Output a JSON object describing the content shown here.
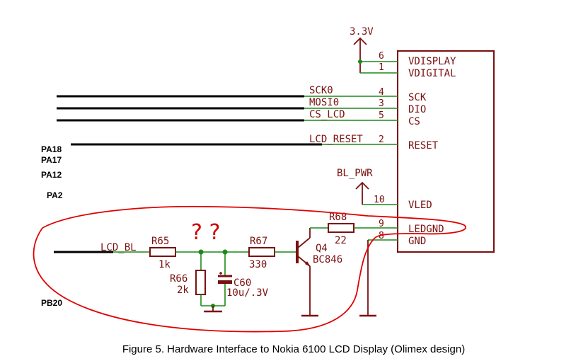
{
  "supply": {
    "v33": "3.3V",
    "bl_pwr": "BL_PWR"
  },
  "lcd": {
    "pins": [
      {
        "num": "6",
        "name": "VDISPLAY"
      },
      {
        "num": "1",
        "name": "VDIGITAL"
      },
      {
        "num": "4",
        "name": "SCK"
      },
      {
        "num": "3",
        "name": "DIO"
      },
      {
        "num": "5",
        "name": "CS"
      },
      {
        "num": "2",
        "name": "RESET"
      },
      {
        "num": "10",
        "name": "VLED"
      },
      {
        "num": "9",
        "name": "LEDGND"
      },
      {
        "num": "8",
        "name": "GND"
      }
    ]
  },
  "nets": {
    "sck0": "SCK0",
    "mosi0": "MOSI0",
    "cs_lcd": "CS_LCD",
    "lcd_reset": "LCD_RESET",
    "lcd_bl": "LCD_BL"
  },
  "mcu_pins": {
    "pa18": "PA18",
    "pa17": "PA17",
    "pa12": "PA12",
    "pa2": "PA2",
    "pb20": "PB20"
  },
  "parts": {
    "r65_name": "R65",
    "r65_val": "1k",
    "r66_name": "R66",
    "r66_val": "2k",
    "c60_name": "C60",
    "c60_val": "10u/.3V",
    "r67_name": "R67",
    "r67_val": "330",
    "r68_name": "R68",
    "r68_val": "22",
    "q4_name": "Q4",
    "q4_val": "BC846"
  },
  "annotations": {
    "question_marks": "? ?"
  },
  "caption": "Figure 5.  Hardware Interface to Nokia 6100 LCD Display  (Olimex design)"
}
